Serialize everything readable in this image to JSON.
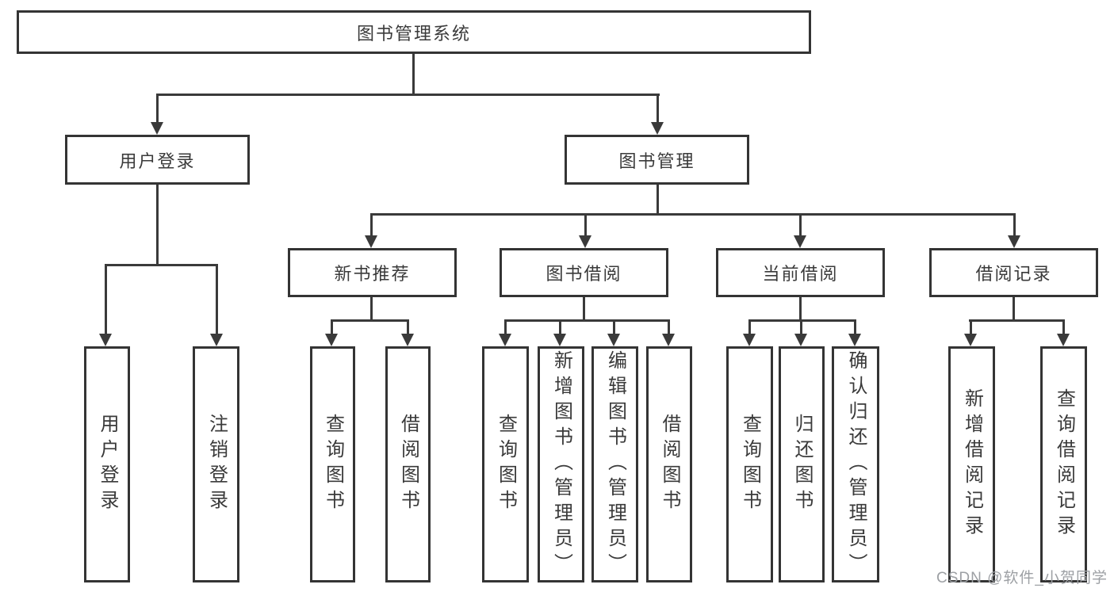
{
  "title": "图书管理系统",
  "branches": {
    "user_login": {
      "label": "用户登录",
      "children": [
        {
          "label": "用户登录"
        },
        {
          "label": "注销登录"
        }
      ]
    },
    "book_management": {
      "label": "图书管理",
      "groups": [
        {
          "label": "新书推荐",
          "children": [
            {
              "label": "查询图书"
            },
            {
              "label": "借阅图书"
            }
          ]
        },
        {
          "label": "图书借阅",
          "children": [
            {
              "label": "查询图书"
            },
            {
              "label": "新增图书（管理员）"
            },
            {
              "label": "编辑图书（管理员）"
            },
            {
              "label": "借阅图书"
            }
          ]
        },
        {
          "label": "当前借阅",
          "children": [
            {
              "label": "查询图书"
            },
            {
              "label": "归还图书"
            },
            {
              "label": "确认归还（管理员）"
            }
          ]
        },
        {
          "label": "借阅记录",
          "children": [
            {
              "label": "新增借阅记录"
            },
            {
              "label": "查询借阅记录"
            }
          ]
        }
      ]
    }
  },
  "watermark": "CSDN @软件_小贺同学",
  "colors": {
    "line": "#3a3a3a",
    "text": "#3a3a3a",
    "watermark": "#9da0a4",
    "background": "#ffffff"
  }
}
